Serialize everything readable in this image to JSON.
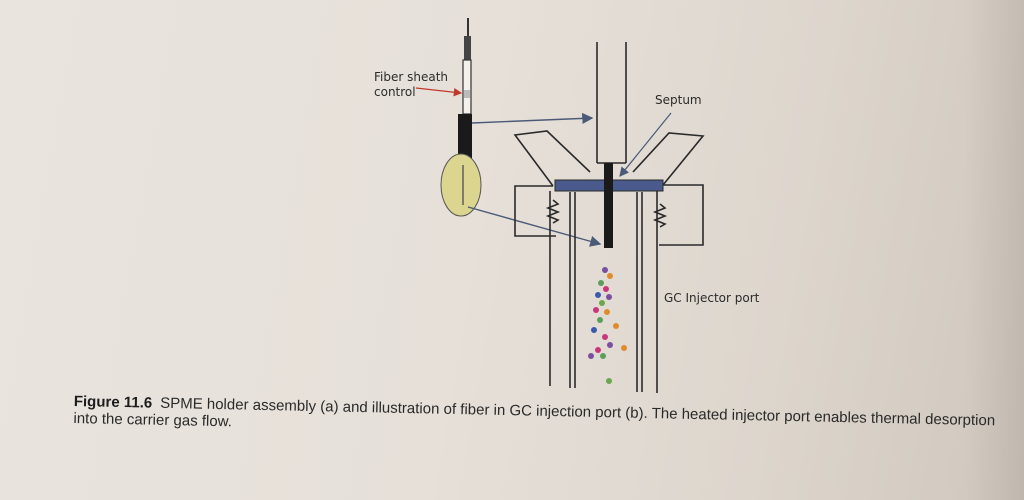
{
  "figure": {
    "labels": {
      "fiber_sheath_line1": "Fiber sheath",
      "fiber_sheath_line2": "control",
      "septum": "Septum",
      "gc_injector_port": "GC Injector port"
    },
    "colors": {
      "holder_body": "#1a1a1a",
      "magnifier_fill": "#dcd58f",
      "septum": "#4a5a8c",
      "arrow": "#4a5a78",
      "sheath_arrow": "#c0392b",
      "particles": [
        "#7a4fa0",
        "#e08a2c",
        "#5aa05a",
        "#c8367c",
        "#3a5ab0",
        "#6aa84f"
      ]
    },
    "caption": {
      "figure_number": "Figure 11.6",
      "text": "SPME holder assembly (a) and illustration of fiber in GC injection port (b). The heated injector port enables thermal desorption into the carrier gas flow."
    }
  }
}
